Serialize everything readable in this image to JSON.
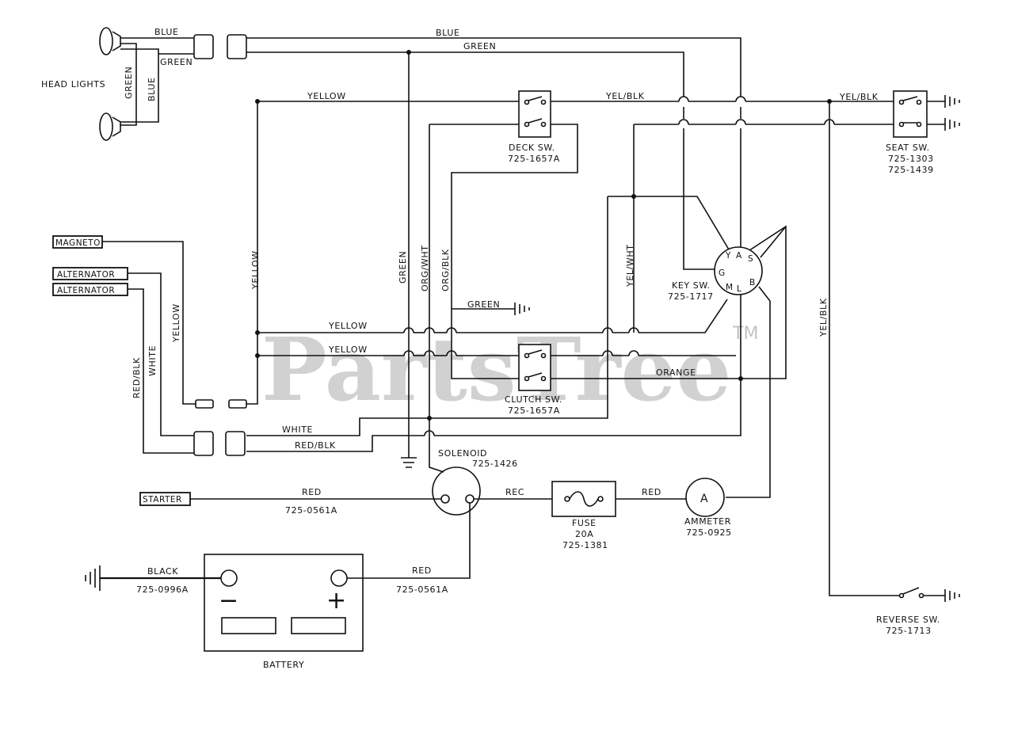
{
  "labels": {
    "head_lights": "HEAD LIGHTS",
    "magneto": "MAGNETO",
    "alternator_1": "ALTERNATOR",
    "alternator_2": "ALTERNATOR",
    "starter": "STARTER",
    "battery": "BATTERY",
    "battery_neg": "−",
    "battery_pos": "+",
    "deck_sw": "DECK SW.",
    "deck_sw_part": "725-1657A",
    "clutch_sw": "CLUTCH SW.",
    "clutch_sw_part": "725-1657A",
    "seat_sw": "SEAT SW.",
    "seat_sw_part_1": "725-1303",
    "seat_sw_part_2": "725-1439",
    "key_sw": "KEY SW.",
    "key_sw_part": "725-1717",
    "solenoid": "SOLENOID",
    "solenoid_part": "725-1426",
    "fuse": "FUSE",
    "fuse_rating": "20A",
    "fuse_part": "725-1381",
    "ammeter": "AMMETER",
    "ammeter_part": "725-0925",
    "ammeter_symbol": "A",
    "reverse_sw": "REVERSE SW.",
    "reverse_sw_part": "725-1713",
    "key_terminals": {
      "y": "Y",
      "a": "A",
      "s": "S",
      "g": "G",
      "m": "M",
      "l": "L",
      "b": "B"
    }
  },
  "wires": {
    "blue_top": "BLUE",
    "blue_head": "BLUE",
    "green_top": "GREEN",
    "green_head": "GREEN",
    "green_vert_head": "GREEN",
    "blue_vert_head": "BLUE",
    "yellow_top": "YELLOW",
    "yel_blk_top": "YEL/BLK",
    "yel_blk_seat": "YEL/BLK",
    "yellow_vert": "YELLOW",
    "green_vert": "GREEN",
    "org_wht": "ORG/WHT",
    "org_blk": "ORG/BLK",
    "green_ground": "GREEN",
    "yellow_mid_1": "YELLOW",
    "yellow_mid_2": "YELLOW",
    "yel_wht": "YEL/WHT",
    "orange": "ORANGE",
    "yellow_magneto": "YELLOW",
    "white_alt": "WHITE",
    "red_blk_alt": "RED/BLK",
    "white_lower": "WHITE",
    "red_blk_lower": "RED/BLK",
    "red_starter": "RED",
    "red_starter_part": "725-0561A",
    "rec": "REC",
    "red_ammeter": "RED",
    "black_batt": "BLACK",
    "black_batt_part": "725-0996A",
    "red_batt": "RED",
    "red_batt_part": "725-0561A",
    "yel_blk_reverse": "YEL/BLK"
  },
  "watermark": {
    "text": "PartsTree",
    "tm": "TM"
  }
}
